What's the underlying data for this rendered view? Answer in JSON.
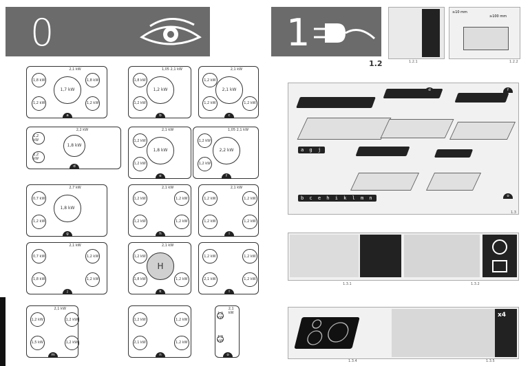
{
  "left_header": {
    "step_number": "0",
    "icon": "eye-icon"
  },
  "right_header": {
    "step_number": "1",
    "icon": "plug-icon",
    "sub_number": "1.2",
    "captions": [
      "1.2.1",
      "1.2.2"
    ],
    "dimensions": [
      "≥10 mm",
      "≥100 mm"
    ]
  },
  "cooktops": [
    {
      "tag": "a",
      "zones": [
        "1,8 kW",
        "1,2 kW",
        "1,2 kW",
        "1,8 kW"
      ],
      "center": "1,7 kW",
      "top_label": "2,1 kW"
    },
    {
      "tag": "b",
      "zones": [
        "1,8 kW",
        "1,2 kW"
      ],
      "center": "1,2 kW",
      "top_label": "1,05 2,1 kW"
    },
    {
      "tag": "c",
      "zones": [
        "1,2 kW",
        "1,2 kW",
        "1,2 kW"
      ],
      "center": "2,1 kW",
      "top_label": "2,1 kW"
    },
    {
      "tag": "d",
      "zones": [
        "1,2 kW",
        "1,2 kW"
      ],
      "center": "1,8 kW",
      "top_label": "2,2 kW"
    },
    {
      "tag": "e",
      "zones": [
        "1,2 kW",
        "1,2 kW"
      ],
      "center": "1,8 kW",
      "top_label": "2,1 kW"
    },
    {
      "tag": "f",
      "zones": [
        "1,2 kW",
        "1,2 kW"
      ],
      "center": "2,2 kW",
      "top_label": "1,05 2,1 kW"
    },
    {
      "tag": "g",
      "zones": [
        "0,7 kW",
        "1,2 kW"
      ],
      "center": "1,8 kW",
      "top_label": "2,7 kW"
    },
    {
      "tag": "h",
      "zones": [
        "1,2 kW",
        "1,2 kW",
        "1,2 kW",
        "1,2 kW"
      ],
      "center": "",
      "top_label": "2,1 kW"
    },
    {
      "tag": "i",
      "zones": [
        "1,2 kW",
        "1,2 kW",
        "1,2 kW",
        "1,2 kW"
      ],
      "center": "",
      "top_label": "2,1 kW"
    },
    {
      "tag": "j",
      "zones": [
        "0,7 kW",
        "1,8 kW",
        "1,2 kW",
        "1,2 kW"
      ],
      "center": "",
      "top_label": "2,1 kW"
    },
    {
      "tag": "k",
      "zones": [
        "1,2 kW",
        "1,8 kW",
        "1,2 kW"
      ],
      "center": "H",
      "top_label": "2,1 kW"
    },
    {
      "tag": "l",
      "zones": [
        "1,2 kW",
        "2,1 kW",
        "1,2 kW",
        "1,2 kW"
      ],
      "center": "",
      "top_label": ""
    },
    {
      "tag": "m",
      "zones": [
        "1,2 kW",
        "1,5 kW",
        "1,2 kW",
        "1,2 kW"
      ],
      "center": "",
      "top_label": "2,1 kW"
    },
    {
      "tag": "n",
      "zones": [
        "1,2 kW",
        "2,1 kW",
        "1,2 kW",
        "1,2 kW"
      ],
      "center": "",
      "top_label": ""
    },
    {
      "tag": "o",
      "zones": [
        "1,2 kW",
        "1,2 kW"
      ],
      "center": "",
      "top_label": "2,1 kW"
    }
  ],
  "install_panel": {
    "labels": [
      "a g j",
      "b c e h i k l m n"
    ],
    "tags": [
      "d",
      "f",
      "o"
    ],
    "caption": "1.3"
  },
  "panel_steps": [
    {
      "caption_a": "1.3.1",
      "caption_b": "1.3.2"
    },
    {
      "caption_a": "1.3.4",
      "caption_b": "1.3.5",
      "count": "x4"
    }
  ],
  "colors": {
    "header": "#6b6b6b",
    "dark": "#222222"
  }
}
